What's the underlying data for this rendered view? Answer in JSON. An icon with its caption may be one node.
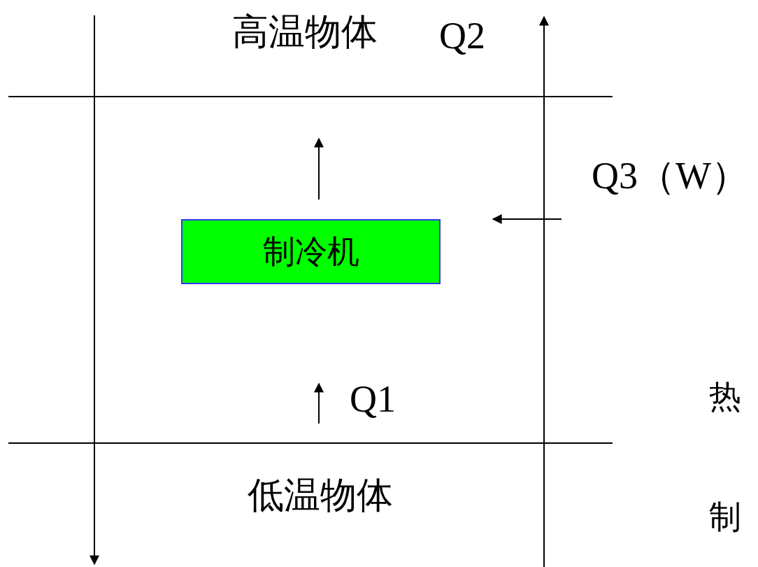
{
  "diagram": {
    "nodes": [
      {
        "text": [
          "制冷机"
        ]
      }
    ],
    "labels": [
      "高温物体",
      "Q2",
      "Q3（W）",
      "Q1",
      "低温物体",
      "热",
      "制"
    ]
  }
}
